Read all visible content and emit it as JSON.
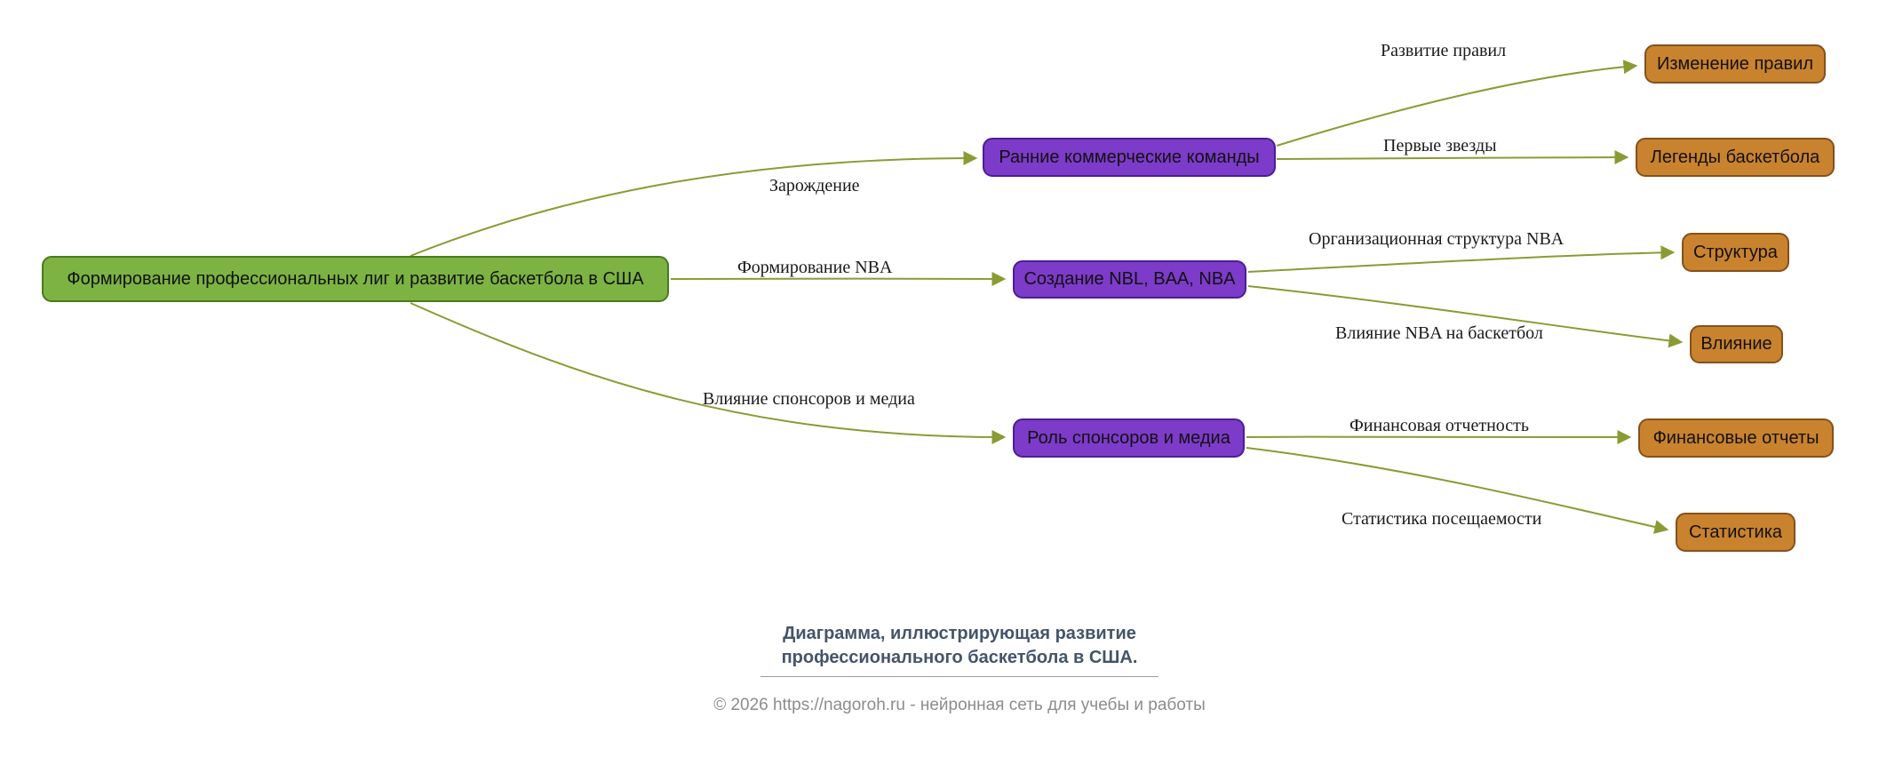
{
  "diagram": {
    "root": {
      "id": "root",
      "label": "Формирование профессиональных лиг и развитие баскетбола в США"
    },
    "branches": [
      {
        "id": "teams",
        "label": "Ранние коммерческие команды"
      },
      {
        "id": "leagues",
        "label": "Создание NBL, BAA, NBA"
      },
      {
        "id": "sponsors",
        "label": "Роль спонсоров и медиа"
      }
    ],
    "leaves": [
      {
        "id": "rules",
        "label": "Изменение правил"
      },
      {
        "id": "legends",
        "label": "Легенды баскетбола"
      },
      {
        "id": "structure",
        "label": "Структура"
      },
      {
        "id": "influence",
        "label": "Влияние"
      },
      {
        "id": "finance",
        "label": "Финансовые отчеты"
      },
      {
        "id": "stats",
        "label": "Статистика"
      }
    ],
    "edges": [
      {
        "from": "root",
        "to": "teams",
        "label": "Зарождение"
      },
      {
        "from": "root",
        "to": "leagues",
        "label": "Формирование NBA"
      },
      {
        "from": "root",
        "to": "sponsors",
        "label": "Влияние спонсоров и медиа"
      },
      {
        "from": "teams",
        "to": "rules",
        "label": "Развитие правил"
      },
      {
        "from": "teams",
        "to": "legends",
        "label": "Первые звезды"
      },
      {
        "from": "leagues",
        "to": "structure",
        "label": "Организационная структура NBA"
      },
      {
        "from": "leagues",
        "to": "influence",
        "label": "Влияние NBA на баскетбол"
      },
      {
        "from": "sponsors",
        "to": "finance",
        "label": "Финансовая отчетность"
      },
      {
        "from": "sponsors",
        "to": "stats",
        "label": "Статистика посещаемости"
      }
    ],
    "colors": {
      "root_fill": "#7CB342",
      "root_border": "#4A7A1E",
      "branch_fill": "#7D3BC9",
      "branch_border": "#4C1D95",
      "leaf_fill": "#C9822E",
      "leaf_border": "#84511C",
      "edge": "#8B9B33",
      "edge_label": "#1A1A1A",
      "caption": "#44546A",
      "footer": "#8C8C8C"
    }
  },
  "caption": {
    "line1": "Диаграмма, иллюстрирующая развитие",
    "line2": "профессионального баскетбола в США.",
    "footer": "© 2026 https://nagoroh.ru - нейронная сеть для учебы и работы"
  }
}
